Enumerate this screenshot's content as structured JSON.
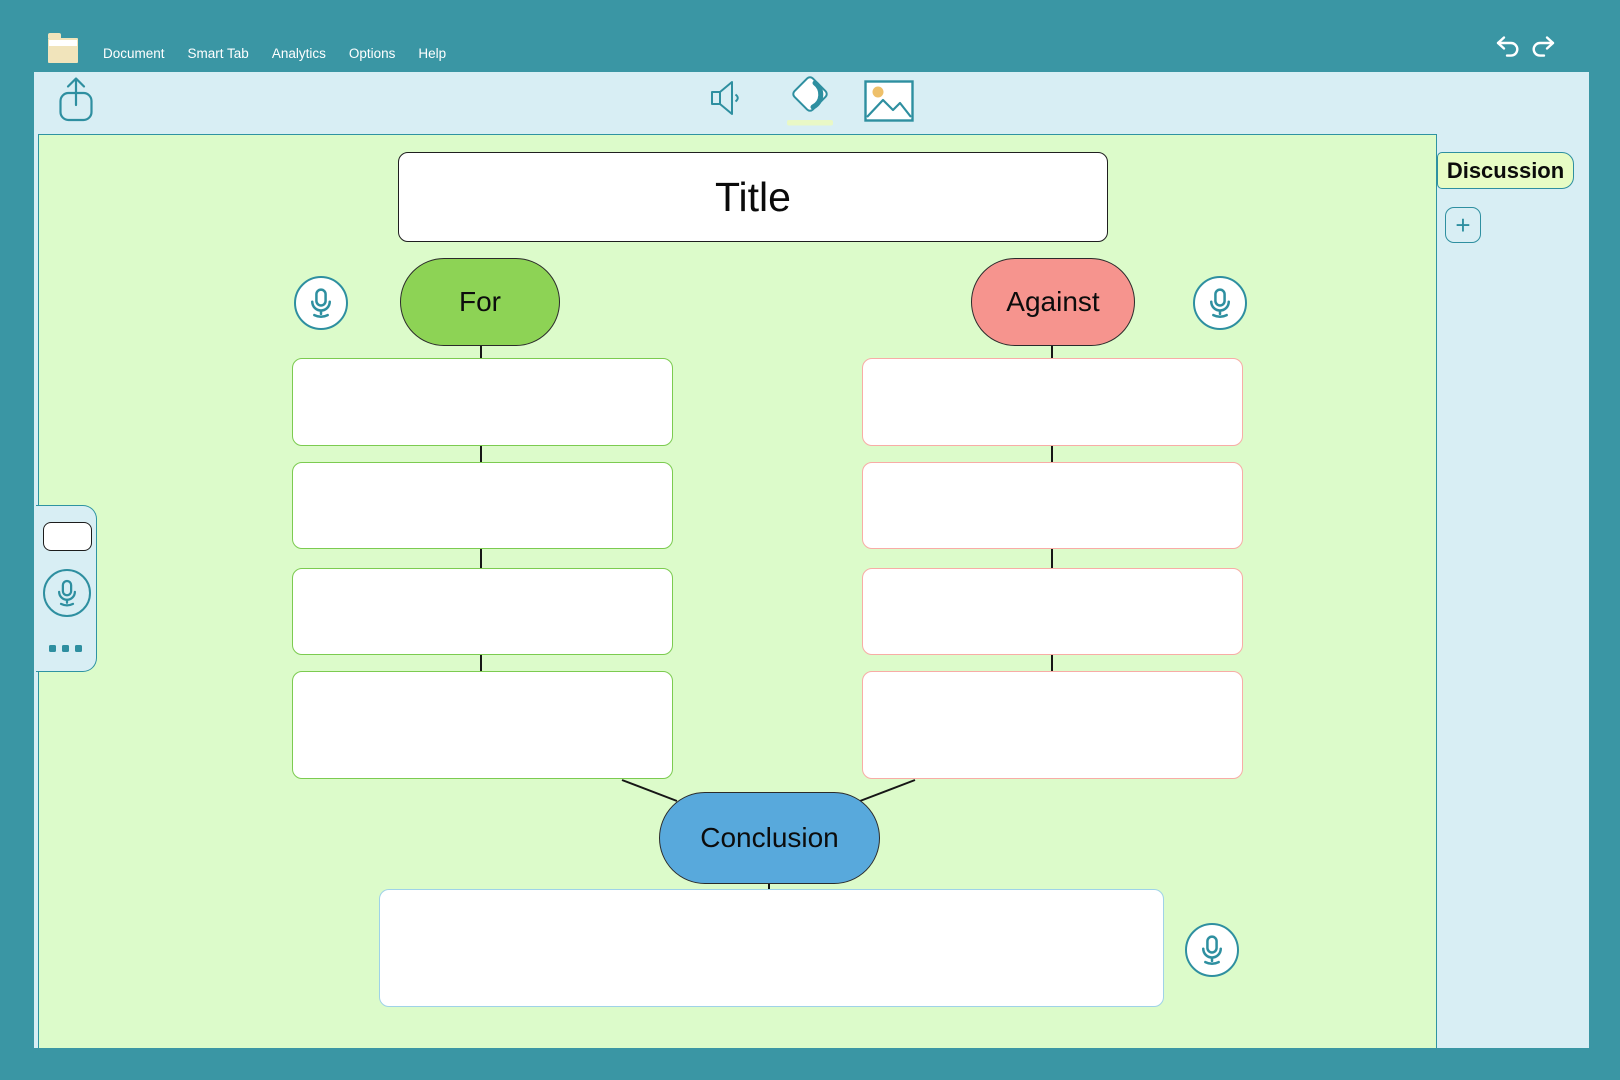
{
  "app": {
    "menu": {
      "items": [
        "Document",
        "Smart Tab",
        "Analytics",
        "Options",
        "Help"
      ]
    },
    "history": {
      "undo": "undo-icon",
      "redo": "redo-icon"
    },
    "toolbar": {
      "icons": [
        "share-icon",
        "speaker-icon",
        "fill-color-icon",
        "image-icon"
      ]
    }
  },
  "diagram": {
    "title": "Title",
    "columns": [
      {
        "label": "For",
        "fill": "#8dd355",
        "box_border": "#7ccb50",
        "points": [
          "",
          "",
          "",
          ""
        ]
      },
      {
        "label": "Against",
        "fill": "#f6948e",
        "box_border": "#f8aca6",
        "points": [
          "",
          "",
          "",
          ""
        ]
      }
    ],
    "conclusion": {
      "label": "Conclusion",
      "fill": "#58a9dc",
      "text": ""
    }
  },
  "sidebar": {
    "tab": "Discussion",
    "add_button": "+"
  },
  "left_panel": {
    "tools": [
      "shape-node-button",
      "microphone-button",
      "more-options-button"
    ]
  },
  "colors": {
    "frame": "#3a96a4",
    "panel": "#d8eef4",
    "canvas": "#dcfbca",
    "tab_fill": "#e7fcc5",
    "icon_teal": "#2e8fa0",
    "menu_text": "#ffffff",
    "connector": "#161616"
  }
}
